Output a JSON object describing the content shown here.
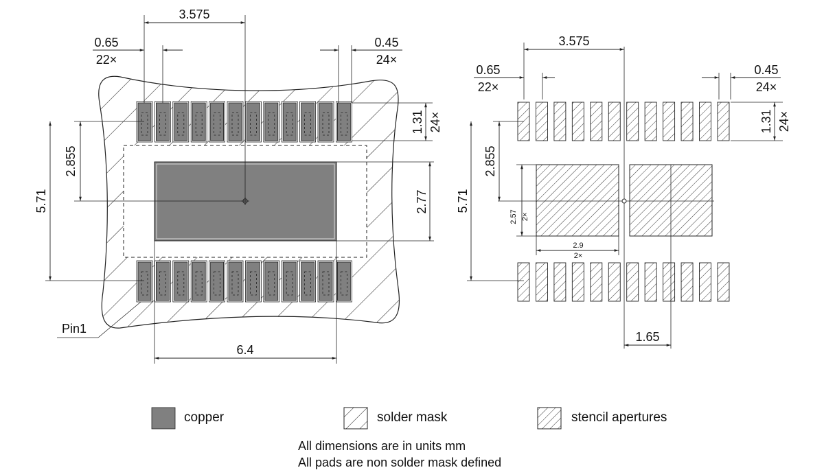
{
  "land_pattern": {
    "dim_pad_centers": "3.575",
    "dim_pitch": "0.65",
    "dim_pitch_count": "22×",
    "dim_pad_width": "0.45",
    "dim_pad_width_count": "24×",
    "dim_pad_length": "1.31",
    "dim_pad_length_count": "24×",
    "dim_half_span": "2.855",
    "dim_span": "5.71",
    "dim_epad_height": "2.77",
    "dim_epad_width": "6.4",
    "pin1_label": "Pin1"
  },
  "stencil": {
    "dim_pad_centers": "3.575",
    "dim_pitch": "0.65",
    "dim_pitch_count": "22×",
    "dim_pad_width": "0.45",
    "dim_pad_width_count": "24×",
    "dim_pad_length": "1.31",
    "dim_pad_length_count": "24×",
    "dim_half_span": "2.855",
    "dim_span": "5.71",
    "dim_aperture_height": "2.57",
    "dim_aperture_height_count": "2×",
    "dim_aperture_width": "2.9",
    "dim_aperture_width_count": "2×",
    "dim_aperture_offset": "1.65"
  },
  "legend": {
    "copper": "copper",
    "solder_mask": "solder mask",
    "stencil_apertures": "stencil apertures"
  },
  "notes": {
    "units": "All dimensions are in units mm",
    "pads": "All pads are non solder mask defined"
  },
  "colors": {
    "copper": "#808080",
    "line": "#222222",
    "background": "#ffffff"
  }
}
